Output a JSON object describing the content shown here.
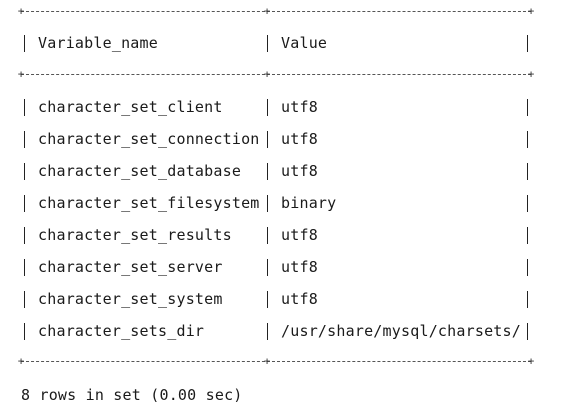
{
  "result_table": {
    "headers": [
      "Variable_name",
      "Value"
    ],
    "rows": [
      [
        "character_set_client",
        "utf8"
      ],
      [
        "character_set_connection",
        "utf8"
      ],
      [
        "character_set_database",
        "utf8"
      ],
      [
        "character_set_filesystem",
        "binary"
      ],
      [
        "character_set_results",
        "utf8"
      ],
      [
        "character_set_server",
        "utf8"
      ],
      [
        "character_set_system",
        "utf8"
      ],
      [
        "character_sets_dir",
        "/usr/share/mysql/charsets/"
      ]
    ]
  },
  "footer": {
    "summary": "8 rows in set (0.00 sec)"
  }
}
